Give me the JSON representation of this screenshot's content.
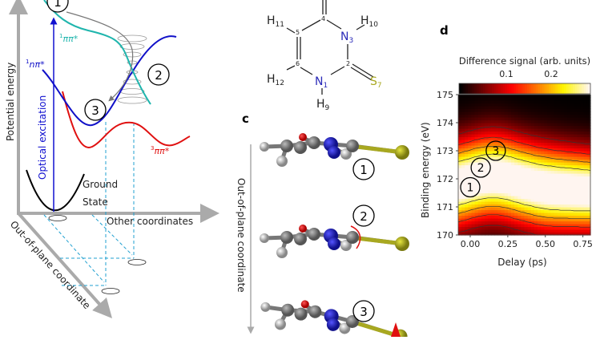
{
  "panel_a": {
    "y_axis_label": "Potential energy",
    "x_axis_label": "Other coordinates",
    "z_axis_label": "Out-of-plane coordinate",
    "excitation_label": "Optical excitation",
    "ground_state_label_1": "Ground",
    "ground_state_label_2": "State",
    "states": [
      {
        "sup": "1",
        "name": "ππ*",
        "color": "#1fb5ad"
      },
      {
        "sup": "1",
        "name": "nπ*",
        "color": "#1010c8"
      },
      {
        "sup": "3",
        "name": "ππ*",
        "color": "#e01010"
      }
    ],
    "markers": [
      "1",
      "2",
      "3"
    ]
  },
  "panel_b": {
    "atoms": {
      "C4": "4",
      "N3": "N",
      "N3_sub": "3",
      "C2": "2",
      "S7": "S",
      "S7_sub": "7",
      "N1": "N",
      "N1_sub": "1",
      "C6": "6",
      "C5": "5",
      "H9": "H",
      "H9_sub": "9",
      "H10": "H",
      "H10_sub": "10",
      "H11": "H",
      "H11_sub": "11",
      "H12": "H",
      "H12_sub": "12"
    },
    "colors": {
      "nitrogen": "#2a2ab8",
      "sulfur": "#a8a820"
    }
  },
  "panel_c": {
    "label": "c",
    "axis_label": "Out-of-plane coordinate",
    "markers": [
      "1",
      "2",
      "3"
    ]
  },
  "panel_d": {
    "label": "d",
    "chart_data": {
      "type": "heatmap",
      "colorbar_title": "Difference signal (arb. units)",
      "colorbar_ticks": [
        "0.1",
        "0.2"
      ],
      "colormap": "hot",
      "xlabel": "Delay (ps)",
      "ylabel": "Binding energy (eV)",
      "xlim": [
        -0.08,
        0.8
      ],
      "ylim": [
        170,
        175
      ],
      "xticks": [
        "0.00",
        "0.25",
        "0.50",
        "0.75"
      ],
      "yticks": [
        "175",
        "174",
        "173",
        "172",
        "171",
        "170"
      ],
      "contours": true,
      "annotations": [
        {
          "label": "1",
          "delay": 0.0,
          "energy": 171.7
        },
        {
          "label": "2",
          "delay": 0.07,
          "energy": 172.4
        },
        {
          "label": "3",
          "delay": 0.17,
          "energy": 173.0
        }
      ]
    }
  }
}
